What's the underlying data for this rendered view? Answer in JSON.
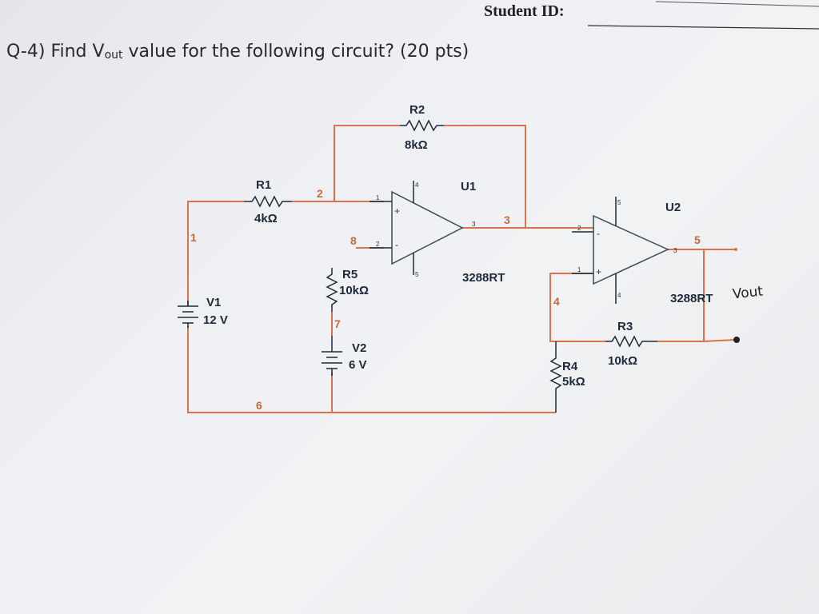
{
  "header": {
    "student_id_label": "Student ID:"
  },
  "question": {
    "prefix": "Q-4) Find V",
    "sub": "out",
    "suffix": " value for the following circuit? (20 pts)"
  },
  "components": {
    "r1": {
      "name": "R1",
      "value": "4kΩ"
    },
    "r2": {
      "name": "R2",
      "value": "8kΩ"
    },
    "r3": {
      "name": "R3",
      "value": "10kΩ"
    },
    "r4": {
      "name": "R4",
      "value": "5kΩ"
    },
    "r5": {
      "name": "R5",
      "value": "10kΩ"
    },
    "v1": {
      "name": "V1",
      "value": "12 V"
    },
    "v2": {
      "name": "V2",
      "value": "6 V"
    },
    "u1": {
      "name": "U1",
      "model": "3288RT"
    },
    "u2": {
      "name": "U2",
      "model": "3288RT"
    }
  },
  "nodes": {
    "n1": "1",
    "n2": "2",
    "n3": "3",
    "n4": "4",
    "n5": "5",
    "n6": "6",
    "n7": "7",
    "n8": "8"
  },
  "pins": {
    "u1_top": "4",
    "u1_bottom": "5",
    "u1_plus": "+",
    "u1_minus": "-",
    "u1_in_plus": "1",
    "u1_in_minus": "2",
    "u1_out": "3",
    "u2_top": "5",
    "u2_bottom": "4",
    "u2_plus": "+",
    "u2_minus": "-",
    "u2_in_minus": "2",
    "u2_in_plus": "1",
    "u2_out": "3"
  },
  "annotation": {
    "handwritten": "Vout"
  },
  "colors": {
    "wire": "#d9734a",
    "component": "#1e2a3a",
    "paper": "#eef0f3"
  }
}
